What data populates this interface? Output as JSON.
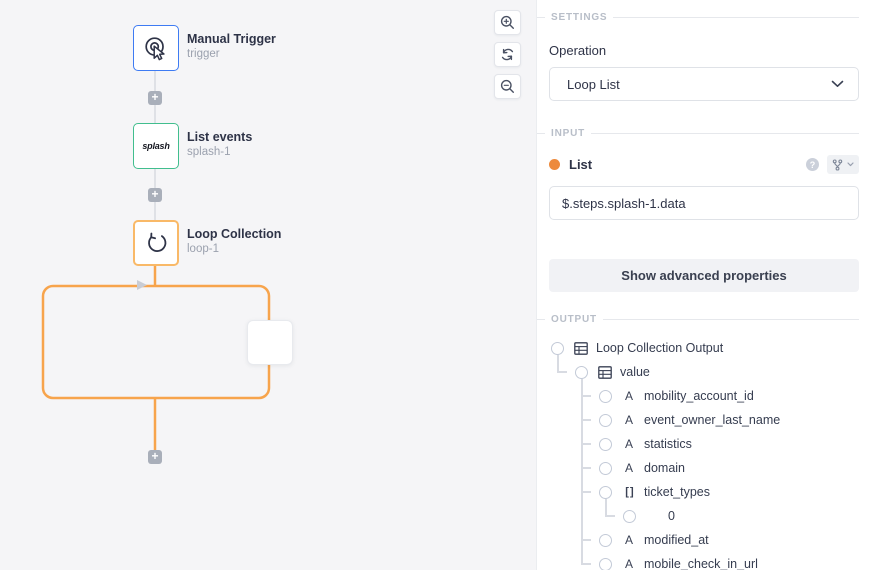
{
  "canvas": {
    "nodes": [
      {
        "title": "Manual Trigger",
        "subtitle": "trigger"
      },
      {
        "title": "List events",
        "subtitle": "splash-1",
        "logo_text": "splash"
      },
      {
        "title": "Loop Collection",
        "subtitle": "loop-1"
      }
    ],
    "icons": {
      "plus": "+",
      "manual_trigger": "click-cursor-icon",
      "list_events": "splash-logo",
      "loop": "circular-arrow-icon"
    },
    "colors": {
      "trigger_border": "#3e7bf3",
      "splash_border": "#41be8e",
      "loop_border": "#f9b968",
      "loop_path": "#f7a44c"
    }
  },
  "toolbar": {
    "icons": {
      "zoom_in": "magnifier-plus",
      "refresh": "sync-arrows",
      "zoom_out": "magnifier-minus"
    }
  },
  "panel": {
    "settings_header": "SETTINGS",
    "operation_label": "Operation",
    "operation_value": "Loop List",
    "input_header": "INPUT",
    "list_label": "List",
    "help_icon": "?",
    "input_value": "$.steps.splash-1.data",
    "advanced_button_label": "Show advanced properties",
    "output_header": "OUTPUT",
    "accent_orange": "#ed8a3c",
    "type_icons": {
      "string": "A",
      "array": "[ ]"
    },
    "output_tree": [
      {
        "label": "Loop Collection Output",
        "type": "object"
      },
      {
        "label": "value",
        "type": "object"
      },
      {
        "label": "mobility_account_id",
        "type": "string"
      },
      {
        "label": "event_owner_last_name",
        "type": "string"
      },
      {
        "label": "statistics",
        "type": "string"
      },
      {
        "label": "domain",
        "type": "string"
      },
      {
        "label": "ticket_types",
        "type": "array"
      },
      {
        "label": "0",
        "type": "index"
      },
      {
        "label": "modified_at",
        "type": "string"
      },
      {
        "label": "mobile_check_in_url",
        "type": "string"
      }
    ]
  }
}
